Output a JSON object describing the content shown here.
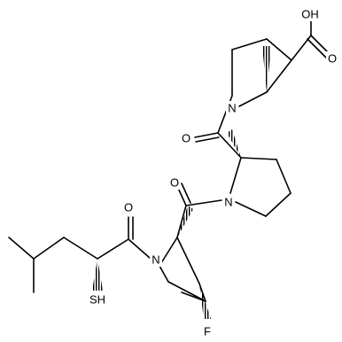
{
  "molecule": {
    "atom_labels": {
      "oh": "OH",
      "acid_o": "O",
      "n1": "N",
      "o1": "O",
      "n2": "N",
      "o2": "O",
      "o3": "O",
      "n3": "N",
      "sh": "SH",
      "f": "F"
    },
    "colors": {
      "bond": "#000000",
      "background": "#ffffff"
    }
  }
}
